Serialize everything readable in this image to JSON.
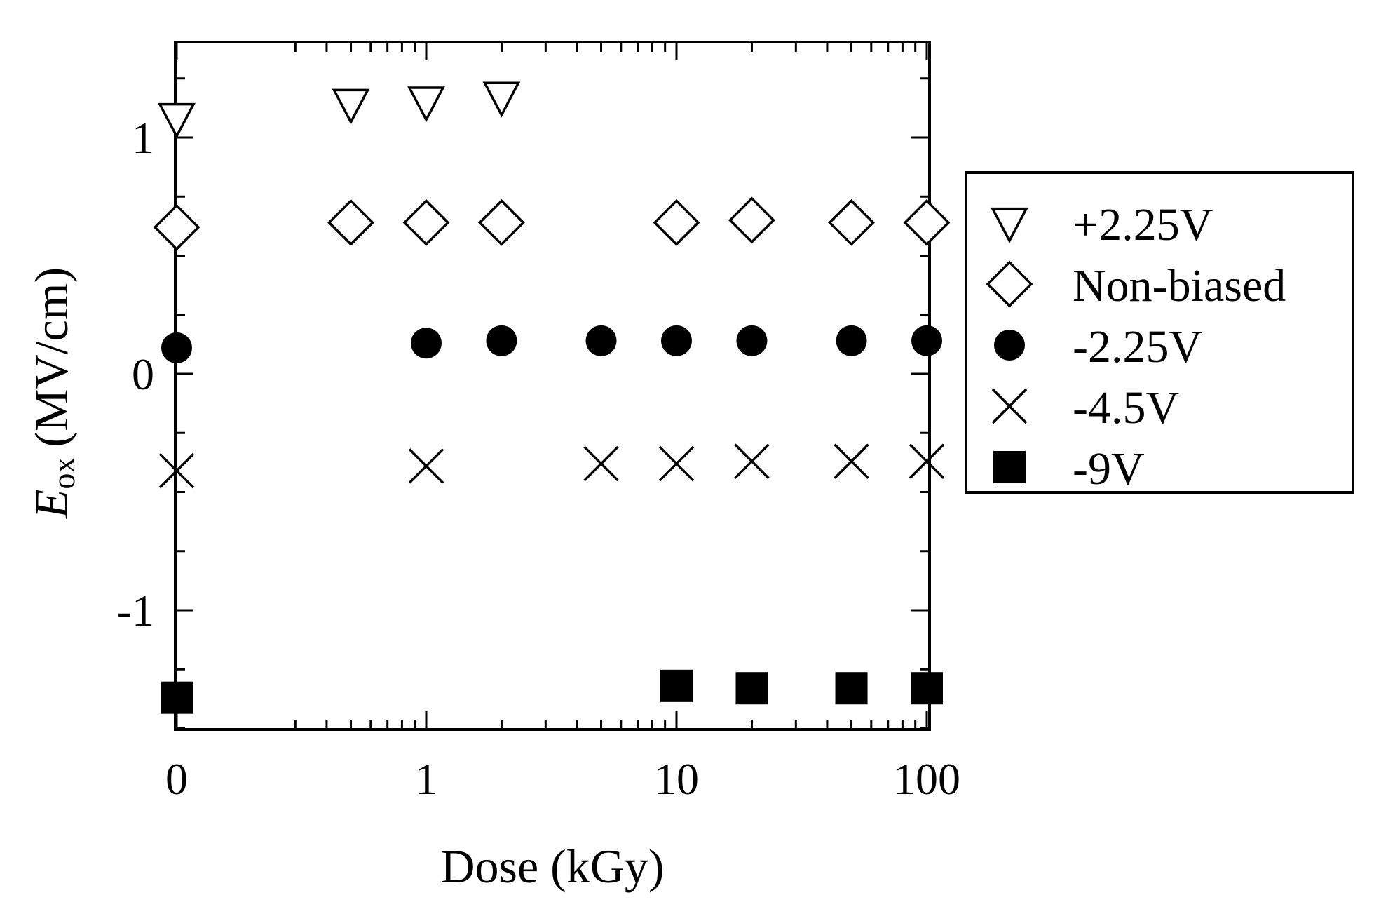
{
  "chart_data": {
    "type": "scatter",
    "xlabel": "Dose (kGy)",
    "ylabel": {
      "symbol": "E",
      "subscript": "ox",
      "unit": "(MV/cm)"
    },
    "x_scale": "log with zero position",
    "x_ticks": [
      "0",
      "1",
      "10",
      "100"
    ],
    "y_ticks": [
      "1",
      "0",
      "-1"
    ],
    "ylim": [
      -1.5,
      1.4
    ],
    "grid": false,
    "legend_position": "right, outside plot",
    "series": [
      {
        "name": "+2.25V",
        "marker": "triangle-down-open-icon",
        "x": [
          0,
          0.5,
          1,
          2
        ],
        "y": [
          1.08,
          1.14,
          1.15,
          1.17
        ]
      },
      {
        "name": "Non-biased",
        "marker": "diamond-open-icon",
        "x": [
          0,
          0.5,
          1,
          2,
          10,
          20,
          50,
          100
        ],
        "y": [
          0.62,
          0.64,
          0.64,
          0.64,
          0.64,
          0.65,
          0.64,
          0.64
        ]
      },
      {
        "name": "-2.25V",
        "marker": "circle-filled-icon",
        "x": [
          0,
          1,
          2,
          5,
          10,
          20,
          50,
          100
        ],
        "y": [
          0.11,
          0.13,
          0.14,
          0.14,
          0.14,
          0.14,
          0.14,
          0.14
        ]
      },
      {
        "name": "-4.5V",
        "marker": "cross-x-icon",
        "x": [
          0,
          1,
          5,
          10,
          20,
          50,
          100
        ],
        "y": [
          -0.41,
          -0.39,
          -0.38,
          -0.38,
          -0.37,
          -0.37,
          -0.37
        ]
      },
      {
        "name": "-9V",
        "marker": "square-filled-icon",
        "x": [
          0,
          10,
          20,
          50,
          100
        ],
        "y": [
          -1.37,
          -1.32,
          -1.33,
          -1.33,
          -1.33
        ]
      }
    ],
    "colors": {
      "foreground": "#000000",
      "background": "#ffffff"
    }
  }
}
